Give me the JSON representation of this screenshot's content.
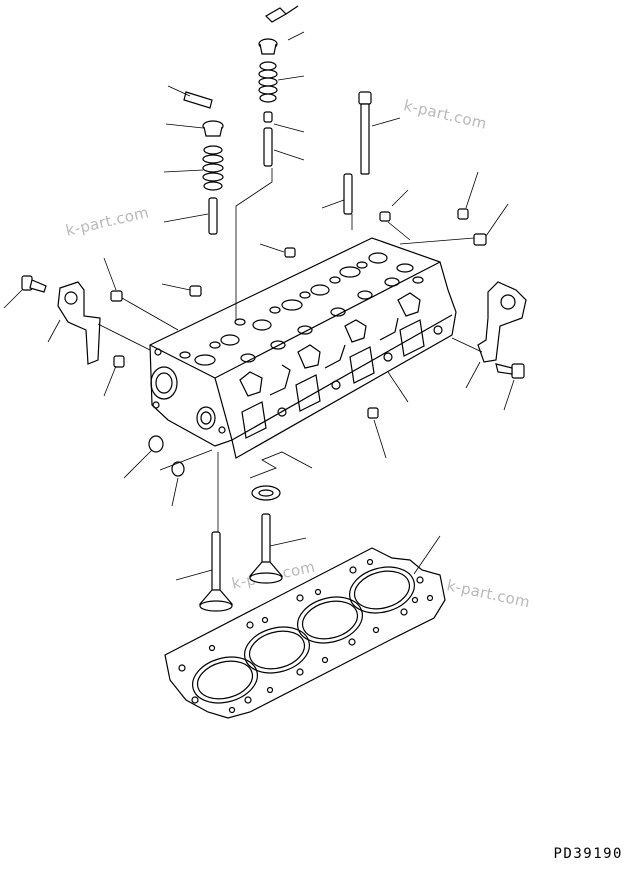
{
  "watermarks": [
    "k-part.com",
    "k-part.com",
    "k-part.com",
    "k-part.com"
  ],
  "drawing_code": "PD39190"
}
